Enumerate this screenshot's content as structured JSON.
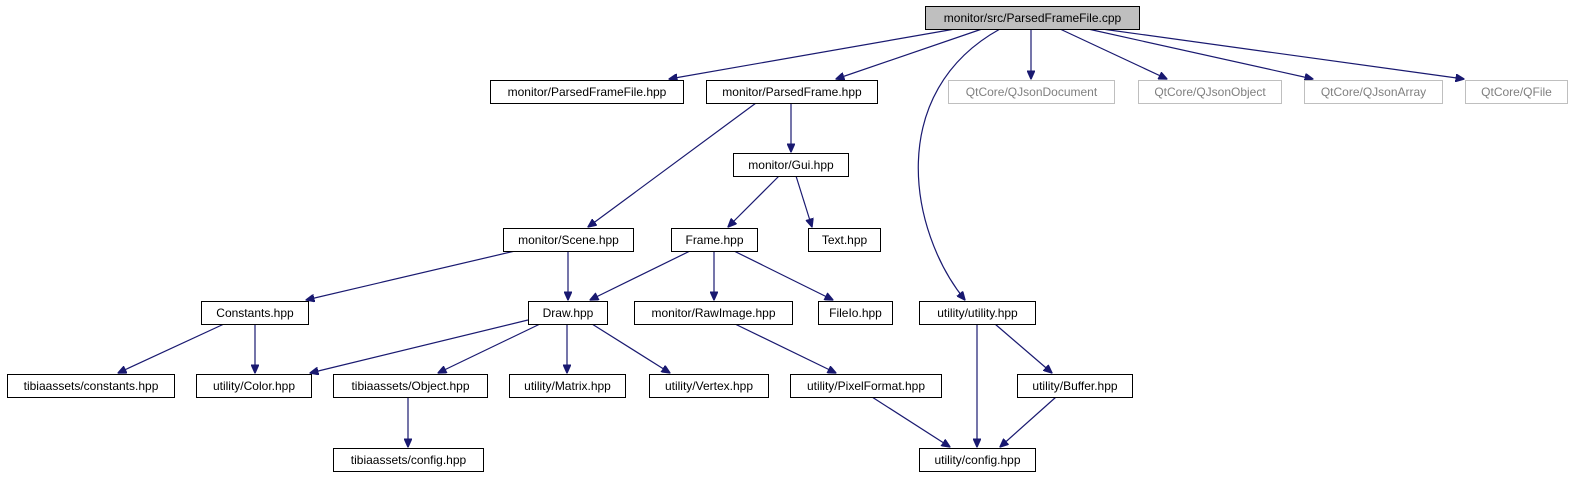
{
  "graph": {
    "root": "monitor/src/ParsedFrameFile.cpp",
    "colors": {
      "edge": "#191970",
      "border": "#000000",
      "external_border": "#bfbfbf",
      "text": "#000000",
      "external_text": "#7f7f7f",
      "root_fill": "#bfbfbf",
      "fill": "#ffffff"
    },
    "nodes": [
      {
        "id": "root",
        "label": "monitor/src/ParsedFrameFile.cpp",
        "kind": "root"
      },
      {
        "id": "pff_hpp",
        "label": "monitor/ParsedFrameFile.hpp",
        "kind": "header"
      },
      {
        "id": "pf_hpp",
        "label": "monitor/ParsedFrame.hpp",
        "kind": "header"
      },
      {
        "id": "qjsondoc",
        "label": "QtCore/QJsonDocument",
        "kind": "external"
      },
      {
        "id": "qjsonobj",
        "label": "QtCore/QJsonObject",
        "kind": "external"
      },
      {
        "id": "qjsonarr",
        "label": "QtCore/QJsonArray",
        "kind": "external"
      },
      {
        "id": "qfile",
        "label": "QtCore/QFile",
        "kind": "external"
      },
      {
        "id": "gui",
        "label": "monitor/Gui.hpp",
        "kind": "header"
      },
      {
        "id": "scene",
        "label": "monitor/Scene.hpp",
        "kind": "header"
      },
      {
        "id": "frame",
        "label": "Frame.hpp",
        "kind": "header"
      },
      {
        "id": "text",
        "label": "Text.hpp",
        "kind": "header"
      },
      {
        "id": "constants",
        "label": "Constants.hpp",
        "kind": "header"
      },
      {
        "id": "draw",
        "label": "Draw.hpp",
        "kind": "header"
      },
      {
        "id": "rawimage",
        "label": "monitor/RawImage.hpp",
        "kind": "header"
      },
      {
        "id": "fileio",
        "label": "FileIo.hpp",
        "kind": "header"
      },
      {
        "id": "util_util",
        "label": "utility/utility.hpp",
        "kind": "header"
      },
      {
        "id": "tibia_const",
        "label": "tibiaassets/constants.hpp",
        "kind": "header"
      },
      {
        "id": "color",
        "label": "utility/Color.hpp",
        "kind": "header"
      },
      {
        "id": "object",
        "label": "tibiaassets/Object.hpp",
        "kind": "header"
      },
      {
        "id": "matrix",
        "label": "utility/Matrix.hpp",
        "kind": "header"
      },
      {
        "id": "vertex",
        "label": "utility/Vertex.hpp",
        "kind": "header"
      },
      {
        "id": "pixfmt",
        "label": "utility/PixelFormat.hpp",
        "kind": "header"
      },
      {
        "id": "buffer",
        "label": "utility/Buffer.hpp",
        "kind": "header"
      },
      {
        "id": "tibia_cfg",
        "label": "tibiaassets/config.hpp",
        "kind": "header"
      },
      {
        "id": "util_cfg",
        "label": "utility/config.hpp",
        "kind": "header"
      }
    ],
    "edges": [
      [
        "root",
        "pff_hpp"
      ],
      [
        "root",
        "pf_hpp"
      ],
      [
        "root",
        "util_util"
      ],
      [
        "root",
        "qjsondoc"
      ],
      [
        "root",
        "qjsonobj"
      ],
      [
        "root",
        "qjsonarr"
      ],
      [
        "root",
        "qfile"
      ],
      [
        "pf_hpp",
        "scene"
      ],
      [
        "pf_hpp",
        "gui"
      ],
      [
        "gui",
        "frame"
      ],
      [
        "gui",
        "text"
      ],
      [
        "scene",
        "constants"
      ],
      [
        "scene",
        "draw"
      ],
      [
        "frame",
        "draw"
      ],
      [
        "frame",
        "rawimage"
      ],
      [
        "frame",
        "fileio"
      ],
      [
        "constants",
        "tibia_const"
      ],
      [
        "constants",
        "color"
      ],
      [
        "draw",
        "color"
      ],
      [
        "draw",
        "object"
      ],
      [
        "draw",
        "matrix"
      ],
      [
        "draw",
        "vertex"
      ],
      [
        "rawimage",
        "pixfmt"
      ],
      [
        "object",
        "tibia_cfg"
      ],
      [
        "pixfmt",
        "util_cfg"
      ],
      [
        "util_util",
        "buffer"
      ],
      [
        "util_util",
        "util_cfg"
      ],
      [
        "buffer",
        "util_cfg"
      ]
    ]
  }
}
